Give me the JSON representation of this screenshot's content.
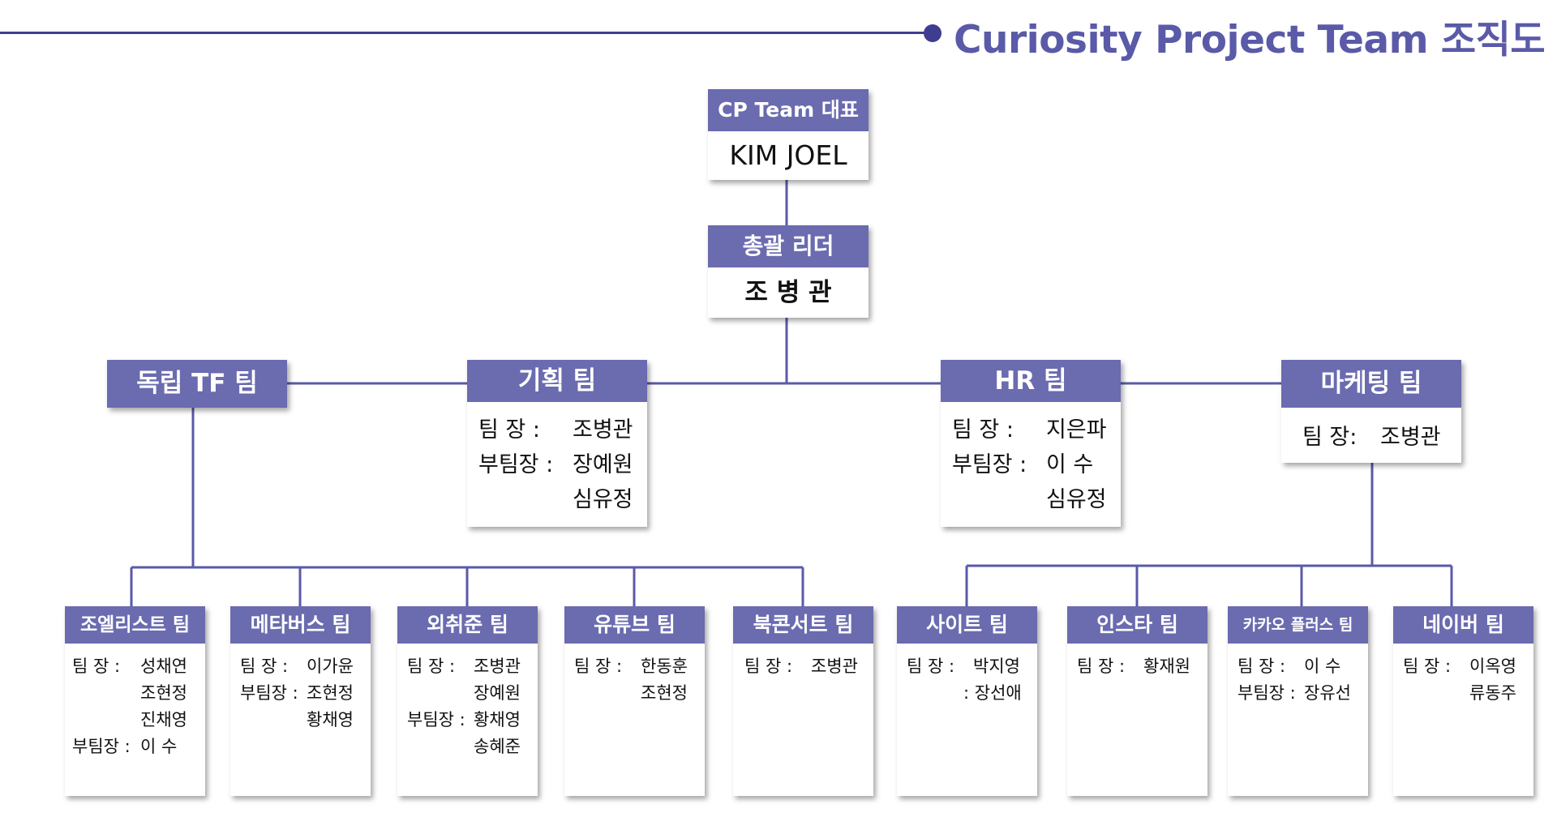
{
  "header": {
    "title": "Curiosity Project Team 조직도",
    "accent_color": "#5a5aa8",
    "rule_color": "#3f3d8f"
  },
  "ceo": {
    "role": "CP Team 대표",
    "name": "KIM JOEL"
  },
  "general_leader": {
    "role": "총괄 리더",
    "name": "조 병 관"
  },
  "departments": [
    {
      "name": "독립 TF 팀",
      "members": []
    },
    {
      "name": "기획 팀",
      "members": [
        {
          "label": "팀     장 :",
          "value": "조병관"
        },
        {
          "label": "부팀장 :",
          "value": "장예원"
        },
        {
          "label": "",
          "value": "심유정"
        }
      ]
    },
    {
      "name": "HR 팀",
      "members": [
        {
          "label": "팀     장 :",
          "value": "지은파"
        },
        {
          "label": "부팀장 :",
          "value": "이    수"
        },
        {
          "label": "",
          "value": "심유정"
        }
      ]
    },
    {
      "name": "마케팅 팀",
      "members": [
        {
          "label": "팀     장:",
          "value": "조병관"
        }
      ]
    }
  ],
  "subteams": [
    {
      "name": "조엘리스트 팀",
      "members": [
        {
          "label": "팀     장 :",
          "value": "성채연"
        },
        {
          "label": "",
          "value": "조현정"
        },
        {
          "label": "",
          "value": "진채영"
        },
        {
          "label": "부팀장 :",
          "value": "이    수"
        }
      ]
    },
    {
      "name": "메타버스 팀",
      "members": [
        {
          "label": "팀     장 :",
          "value": "이가윤"
        },
        {
          "label": "부팀장 :",
          "value": "조현정"
        },
        {
          "label": "",
          "value": "황채영"
        }
      ]
    },
    {
      "name": "외취준 팀",
      "members": [
        {
          "label": "팀     장 :",
          "value": "조병관"
        },
        {
          "label": "",
          "value": "장예원"
        },
        {
          "label": "부팀장 :",
          "value": "황채영"
        },
        {
          "label": "",
          "value": "송혜준"
        }
      ]
    },
    {
      "name": "유튜브 팀",
      "members": [
        {
          "label": "팀     장 :",
          "value": "한동훈"
        },
        {
          "label": "",
          "value": "조현정"
        }
      ]
    },
    {
      "name": "북콘서트 팀",
      "members": [
        {
          "label": "팀     장 :",
          "value": "조병관"
        }
      ]
    },
    {
      "name": "사이트 팀",
      "members": [
        {
          "label": "팀     장 :",
          "value": "박지영"
        },
        {
          "label": "",
          "value": ": 장선애"
        }
      ]
    },
    {
      "name": "인스타 팀",
      "members": [
        {
          "label": "팀     장 :",
          "value": "황재원"
        }
      ]
    },
    {
      "name": "카카오 플러스 팀",
      "members": [
        {
          "label": "팀     장 :",
          "value": "이    수"
        },
        {
          "label": "부팀장 :",
          "value": "장유선"
        }
      ]
    },
    {
      "name": "네이버 팀",
      "members": [
        {
          "label": "팀     장 :",
          "value": "이옥영"
        },
        {
          "label": "",
          "value": "류동주"
        }
      ]
    }
  ]
}
